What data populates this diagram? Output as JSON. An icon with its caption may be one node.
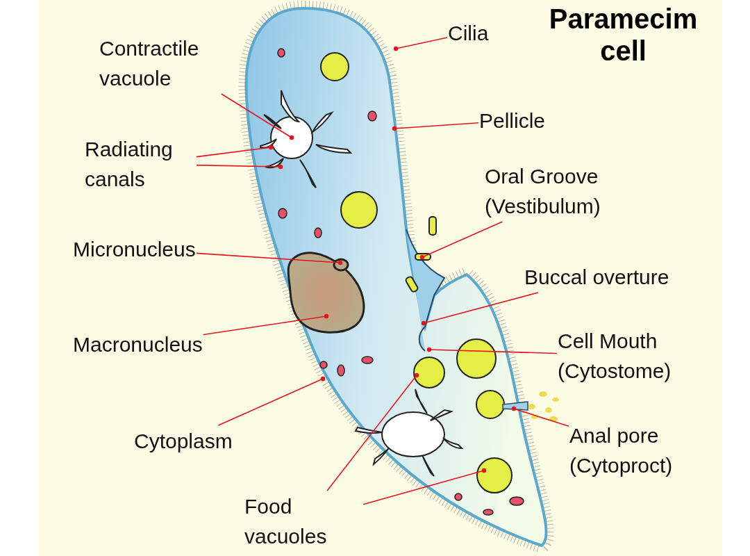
{
  "diagram": {
    "title": "Paramecim cell",
    "nodes": [
      {
        "text": [
          "Contractile vacuole"
        ]
      },
      {
        "text": [
          "Radiating canals"
        ]
      },
      {
        "text": [
          "Micronucleus"
        ]
      },
      {
        "text": [
          "Macronucleus"
        ]
      },
      {
        "text": [
          "Cytoplasm"
        ]
      },
      {
        "text": [
          "Food vacuoles"
        ]
      },
      {
        "text": [
          "Cilia"
        ]
      },
      {
        "text": [
          "Pellicle"
        ]
      },
      {
        "text": [
          "Oral Groove (Vestibulum)"
        ]
      },
      {
        "text": [
          "Buccal overture"
        ]
      },
      {
        "text": [
          "Cell Mouth (Cytostome)"
        ]
      },
      {
        "text": [
          "Anal pore (Cytoproct)"
        ]
      }
    ],
    "edges": [
      {
        "from": 0,
        "to": null,
        "arrow": "other"
      },
      {
        "from": 1,
        "to": null,
        "arrow": "other"
      },
      {
        "from": 1,
        "to": null,
        "arrow": "other"
      },
      {
        "from": 2,
        "to": null,
        "arrow": "other"
      },
      {
        "from": 3,
        "to": null,
        "arrow": "other"
      },
      {
        "from": 4,
        "to": null,
        "arrow": "other"
      },
      {
        "from": 5,
        "to": null,
        "arrow": "other"
      },
      {
        "from": 5,
        "to": null,
        "arrow": "other"
      },
      {
        "from": 6,
        "to": null,
        "arrow": "other"
      },
      {
        "from": 7,
        "to": null,
        "arrow": "other"
      },
      {
        "from": 8,
        "to": null,
        "arrow": "other"
      },
      {
        "from": 9,
        "to": null,
        "arrow": "other"
      },
      {
        "from": 10,
        "to": null,
        "arrow": "other"
      },
      {
        "from": 11,
        "to": null,
        "arrow": "other"
      }
    ]
  }
}
